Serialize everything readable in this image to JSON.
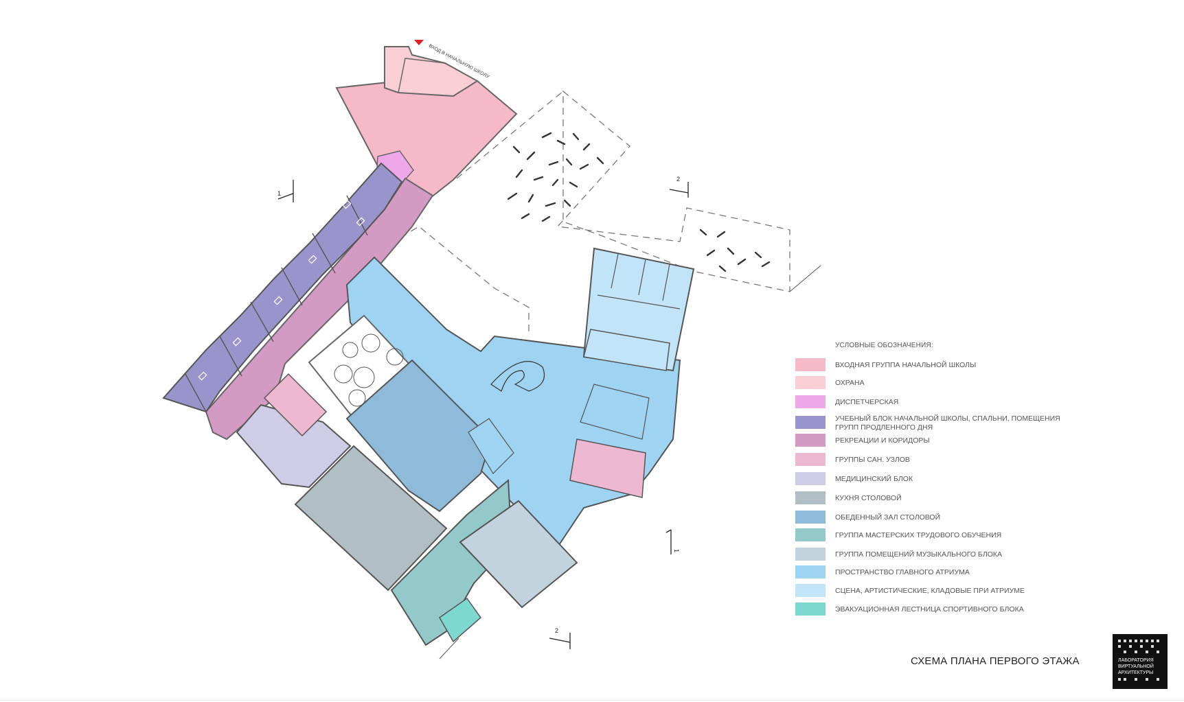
{
  "entrance_label": "ВХОД В НАЧАЛЬНУЮ ШКОЛУ",
  "section_marks": {
    "one": "1",
    "two": "2"
  },
  "legend": {
    "title": "УСЛОВНЫЕ ОБОЗНАЧЕНИЯ:",
    "items": [
      {
        "label": "ВХОДНАЯ ГРУППА НАЧАЛЬНОЙ ШКОЛЫ",
        "color": "#f6b9c8"
      },
      {
        "label": "ОХРАНА",
        "color": "#f9cfd5"
      },
      {
        "label": "ДИСПЕТЧЕРСКАЯ",
        "color": "#eea8ea"
      },
      {
        "label": "УЧЕБНЫЙ БЛОК НАЧАЛЬНОЙ ШКОЛЫ, СПАЛЬНИ, ПОМЕЩЕНИЯ ГРУПП ПРОДЛЕННОГО ДНЯ",
        "color": "#9a94cc"
      },
      {
        "label": "РЕКРЕАЦИИ И КОРИДОРЫ",
        "color": "#d39ac4"
      },
      {
        "label": "ГРУППЫ САН. УЗЛОВ",
        "color": "#eeb8d0"
      },
      {
        "label": "МЕДИЦИНСКИЙ БЛОК",
        "color": "#cfcde6"
      },
      {
        "label": "КУХНЯ СТОЛОВОЙ",
        "color": "#b1bec3"
      },
      {
        "label": "ОБЕДЕННЫЙ ЗАЛ СТОЛОВОЙ",
        "color": "#8dbbd9"
      },
      {
        "label": "ГРУППА МАСТЕРСКИХ ТРУДОВОГО ОБУЧЕНИЯ",
        "color": "#93c9c9"
      },
      {
        "label": "ГРУППА ПОМЕЩЕНИЙ МУЗЫКАЛЬНОГО БЛОКА",
        "color": "#c3d3de"
      },
      {
        "label": "ПРОСТРАНСТВО ГЛАВНОГО АТРИУМА",
        "color": "#9ed4f2"
      },
      {
        "label": "СЦЕНА, АРТИСТИЧЕСКИЕ, КЛАДОВЫЕ ПРИ АТРИУМЕ",
        "color": "#c2e4f8"
      },
      {
        "label": "ЭВАКУАЦИОННАЯ ЛЕСТНИЦА СПОРТИВНОГО БЛОКА",
        "color": "#7dd8d0"
      }
    ]
  },
  "caption": "СХЕМА ПЛАНА ПЕРВОГО ЭТАЖА",
  "logo_text": [
    "ЛАБОРАТОРИЯ",
    "ВИРТУАЛЬНОЙ",
    "АРХИТЕКТУРЫ"
  ]
}
